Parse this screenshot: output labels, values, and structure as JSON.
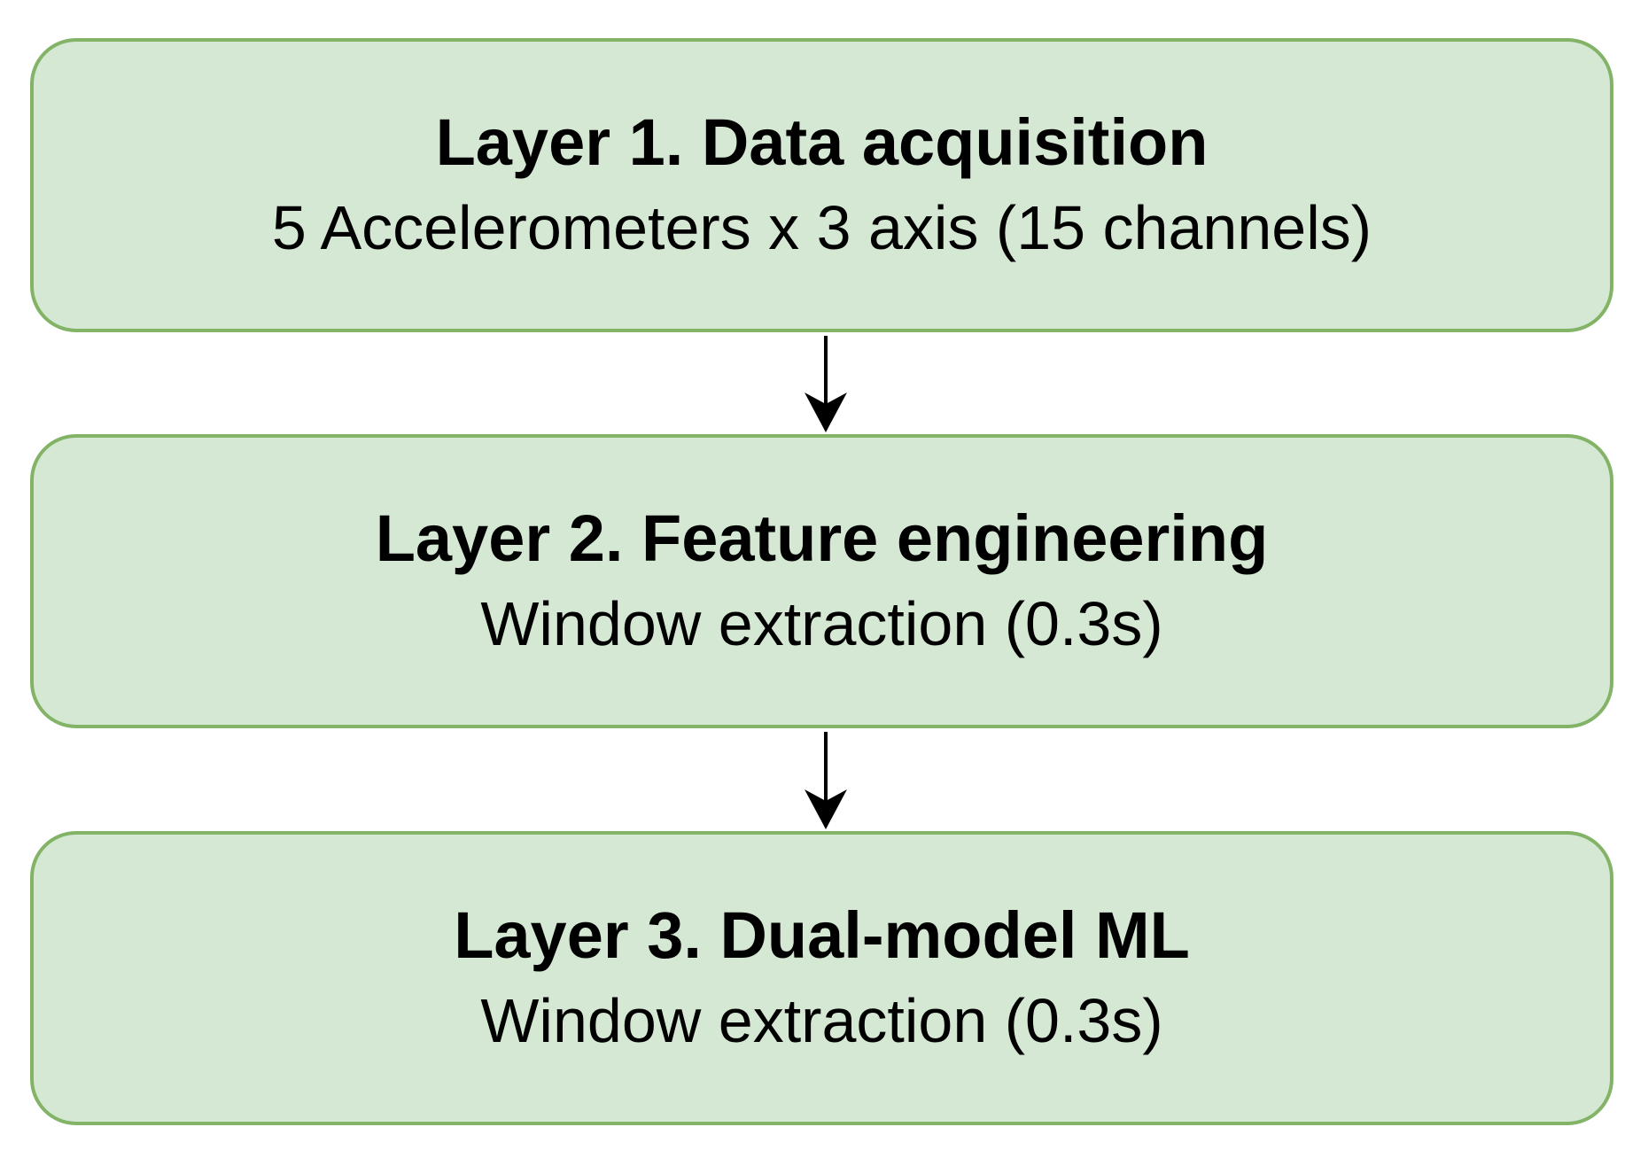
{
  "layers": [
    {
      "title": "Layer 1. Data acquisition",
      "subtitle": "5 Accelerometers x 3 axis (15 channels)"
    },
    {
      "title": "Layer 2. Feature engineering",
      "subtitle": "Window extraction (0.3s)"
    },
    {
      "title": "Layer 3. Dual-model ML",
      "subtitle": "Window extraction (0.3s)"
    }
  ],
  "colors": {
    "box_fill": "#d5e8d4",
    "box_border": "#82b366",
    "arrow": "#000000"
  }
}
